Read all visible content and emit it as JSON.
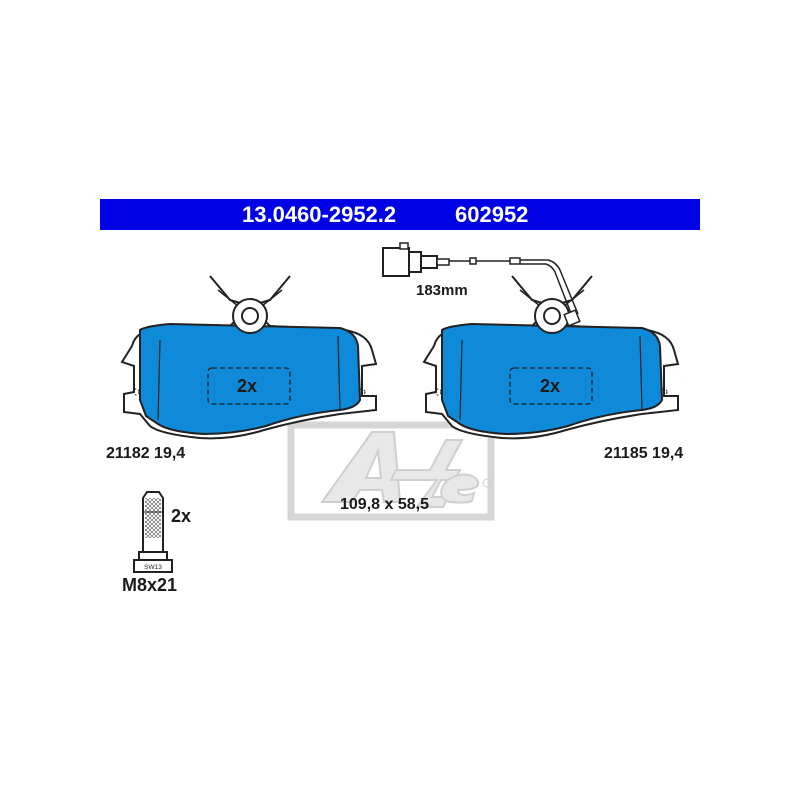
{
  "header": {
    "part_number": "13.0460-2952.2",
    "reference_code": "602952"
  },
  "sensor": {
    "cable_length": "183mm"
  },
  "left_pad": {
    "quantity": "2x",
    "code": "21182 19,4"
  },
  "right_pad": {
    "quantity": "2x",
    "code": "21185 19,4"
  },
  "dimensions": "109,8 x 58,5",
  "bolt": {
    "quantity": "2x",
    "spec": "M8x21",
    "wrench_size": "SW13"
  },
  "brand": {
    "logo_text": "Ate"
  },
  "colors": {
    "header_bg": "#0000e6",
    "header_text": "#ffffff",
    "pad_fill": "#0f8ad8",
    "outline": "#222222",
    "watermark": "#d9d9d9"
  },
  "icons": [
    "brake-pad-icon",
    "wear-sensor-icon",
    "bolt-icon",
    "ate-logo-icon"
  ]
}
